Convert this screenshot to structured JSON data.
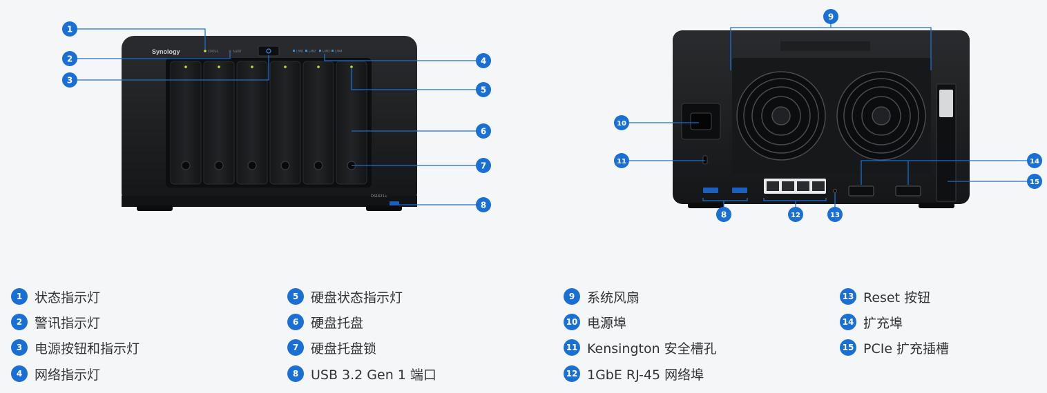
{
  "front": {
    "brand": "Synology",
    "model": "DS1621+",
    "led_labels": [
      "STATUS",
      "ALERT"
    ],
    "lan_labels": [
      "LAN1",
      "LAN2",
      "LAN3",
      "LAN4"
    ]
  },
  "callouts": [
    "1",
    "2",
    "3",
    "4",
    "5",
    "6",
    "7",
    "8",
    "9",
    "10",
    "11",
    "12",
    "13",
    "14",
    "15",
    "8"
  ],
  "legend": [
    {
      "num": "1",
      "label": "状态指示灯"
    },
    {
      "num": "2",
      "label": "警讯指示灯"
    },
    {
      "num": "3",
      "label": "电源按钮和指示灯"
    },
    {
      "num": "4",
      "label": "网络指示灯"
    },
    {
      "num": "5",
      "label": "硬盘状态指示灯"
    },
    {
      "num": "6",
      "label": "硬盘托盘"
    },
    {
      "num": "7",
      "label": "硬盘托盘锁"
    },
    {
      "num": "8",
      "label": "USB 3.2 Gen 1 端口"
    },
    {
      "num": "9",
      "label": "系统风扇"
    },
    {
      "num": "10",
      "label": "电源埠"
    },
    {
      "num": "11",
      "label": "Kensington 安全槽孔"
    },
    {
      "num": "12",
      "label": "1GbE RJ-45 网络埠"
    },
    {
      "num": "13",
      "label": "Reset 按钮"
    },
    {
      "num": "14",
      "label": "扩充埠"
    },
    {
      "num": "15",
      "label": "PCIe 扩充插槽"
    }
  ],
  "colors": {
    "badge": "#1a6fd4",
    "line": "#1a6fd4",
    "chassis": "#1c1d1f",
    "led": "#c8e23a"
  }
}
